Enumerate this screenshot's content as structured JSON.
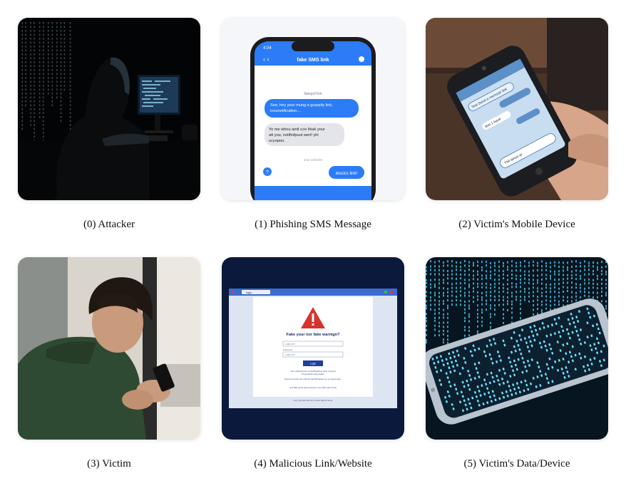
{
  "panels": [
    {
      "caption": "(0) Attacker",
      "image": "attacker-hooded-hacker-image"
    },
    {
      "caption": "(1) Phishing SMS Message",
      "image": "phishing-sms-phone-image",
      "phone": {
        "status_time": "4:04",
        "header_title": "fake SMS link",
        "thread_label": "fakegof link",
        "bubble_1": [
          "See, hey your mung a gurppity link,",
          "inounotification...."
        ],
        "bubble_2": [
          "Yo me whou aintl s;re lhiak your",
          "att you, notifinfpuut wert! yhi",
          "ucyopoo."
        ],
        "timestamp": "Jest 10/3200",
        "bubble_3": "ʀiscics link!"
      }
    },
    {
      "caption": "(2) Victim's Mobile Device",
      "image": "victim-holding-phone-image",
      "phone": {
        "bubble_a": "Text Send a memsair link",
        "bubble_b": "text 1 have",
        "bubble_c": "Thil amus ar"
      }
    },
    {
      "caption": "(3) Victim",
      "image": "victim-person-using-phone-image"
    },
    {
      "caption": "(4) Malicious Link/Website",
      "image": "fake-login-warning-page-image",
      "page": {
        "tab_label": "login",
        "title": "Fake your nor fake warnign?",
        "username_placeholder": "Login sim",
        "password_label": "Password",
        "password_placeholder": "Login sim",
        "button_label": "Login",
        "note_1": "Your unknwing ban surpeicifingthing clicts a secred",
        "note_2": "lorig wahbien antn patels.",
        "note_3": "Dovit you acciee the oudh be l(scrtiliti aeltoyi yor yur spoot login.",
        "link_text": "Unti Ricit petrul stetu bereotin or lue dath lotig unl fee",
        "footer_text": "Lotg / fail Nafinnitice otis a wattle fakerilrt ola all."
      }
    },
    {
      "caption": "(5) Victim's Data/Device",
      "image": "data-stream-smartphone-image"
    }
  ],
  "colors": {
    "sms_blue": "#2b7cf6",
    "warning_red": "#d8322c"
  }
}
